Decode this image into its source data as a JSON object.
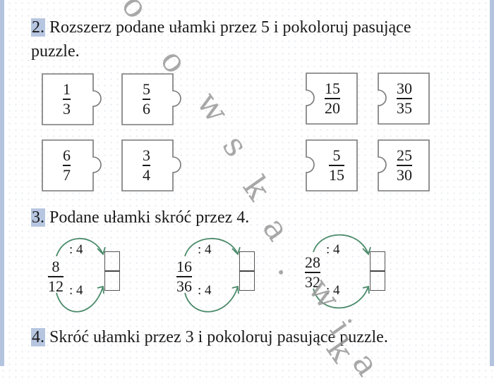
{
  "task2": {
    "number": "2.",
    "text_line1": " Rozszerz podane ułamki przez 5 i pokoloruj pasujące",
    "text_line2": "puzzle.",
    "left_pieces": [
      {
        "num": "1",
        "den": "3"
      },
      {
        "num": "5",
        "den": "6"
      },
      {
        "num": "6",
        "den": "7"
      },
      {
        "num": "3",
        "den": "4"
      }
    ],
    "right_pieces": [
      {
        "num": "15",
        "den": "20"
      },
      {
        "num": "30",
        "den": "35"
      },
      {
        "num": "5",
        "den": "15"
      },
      {
        "num": "25",
        "den": "30"
      }
    ]
  },
  "task3": {
    "number": "3.",
    "text": " Podane ułamki skróć przez 4.",
    "divisor_label": ": 4",
    "items": [
      {
        "num": "8",
        "den": "12"
      },
      {
        "num": "16",
        "den": "36"
      },
      {
        "num": "28",
        "den": "32"
      }
    ],
    "arrow_color": "#4a8a6a"
  },
  "task4": {
    "number": "4.",
    "text": " Skróć ułamki przez 3 i pokoloruj pasujące puzzle."
  },
  "watermark": [
    "o",
    "o",
    "w",
    "s",
    "k",
    "a",
    ".",
    "w",
    "i",
    "k",
    "a"
  ],
  "colors": {
    "number_highlight": "#b7c6e0",
    "page_edge": "#b4c4df",
    "puzzle_stroke": "#777777"
  }
}
